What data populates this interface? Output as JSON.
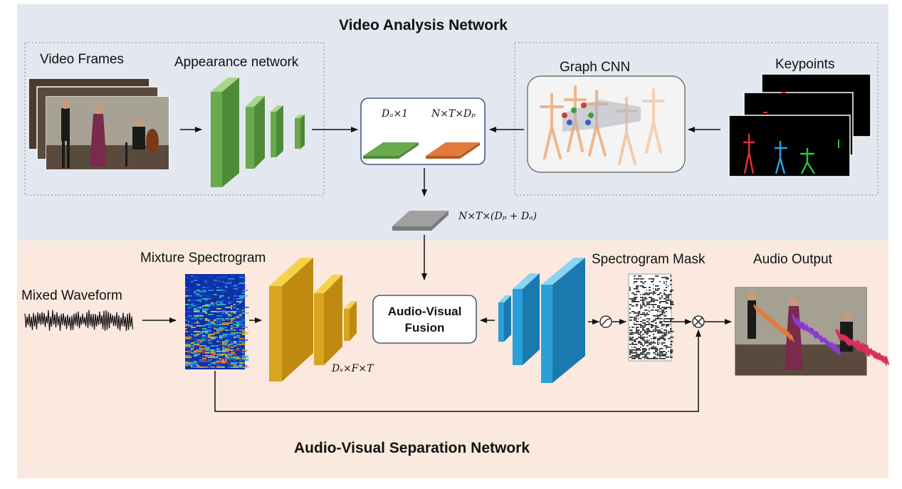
{
  "sections": {
    "video_title": "Video Analysis Network",
    "separation_title": "Audio-Visual Separation Network"
  },
  "labels": {
    "video_frames": "Video Frames",
    "appearance_network": "Appearance network",
    "graph_cnn": "Graph CNN",
    "keypoints": "Keypoints",
    "mixture_spectrogram": "Mixture Spectrogram",
    "mixed_waveform": "Mixed Waveform",
    "spectrogram_mask": "Spectrogram Mask",
    "audio_output": "Audio Output",
    "fusion_line1": "Audio-Visual",
    "fusion_line2": "Fusion"
  },
  "math": {
    "appearance_dim": "Dₐ×1",
    "pose_dim": "N×T×Dₚ",
    "concat_dim": "N×T×(Dₚ + Dₐ)",
    "spec_dim": "Dₛ×F×T"
  },
  "colors": {
    "video_bg": "#e3e7ef",
    "audio_bg": "#fbe9df",
    "green": "#6aaa4e",
    "orange": "#e07b3a",
    "gray": "#9a9a9a",
    "gold": "#d9a520",
    "blue": "#2a9fd8"
  }
}
